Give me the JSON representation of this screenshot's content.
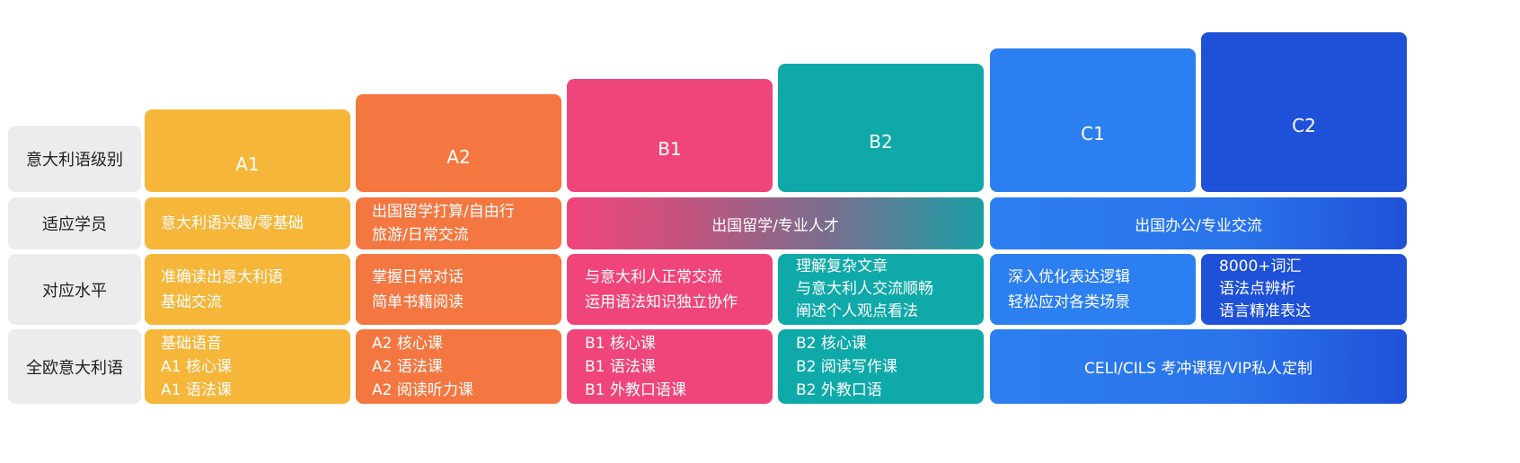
{
  "colors": {
    "a1": "#f5b63a",
    "a2": "#f47741",
    "b1": "#f0457a",
    "b2": "#0fa9a9",
    "c1": "#2c7ff0",
    "c2": "#1f51d8",
    "row_header_bg": "#ececec"
  },
  "row_headers": {
    "level": "意大利语级别",
    "students": "适应学员",
    "proficiency": "对应水平",
    "courses": "全欧意大利语"
  },
  "levels": {
    "a1": "A1",
    "a2": "A2",
    "b1": "B1",
    "b2": "B2",
    "c1": "C1",
    "c2": "C2"
  },
  "students": {
    "a1": "意大利语兴趣/零基础",
    "a2": [
      "出国留学打算/自由行",
      "旅游/日常交流"
    ],
    "b": "出国留学/专业人才",
    "c": "出国办公/专业交流"
  },
  "proficiency": {
    "a1": [
      "准确读出意大利语",
      "基础交流"
    ],
    "a2": [
      "掌握日常对话",
      "简单书籍阅读"
    ],
    "b1": [
      "与意大利人正常交流",
      "运用语法知识独立协作"
    ],
    "b2": [
      "理解复杂文章",
      "与意大利人交流顺畅",
      "阐述个人观点看法"
    ],
    "c1": [
      "深入优化表达逻辑",
      "轻松应对各类场景"
    ],
    "c2": [
      "8000+词汇",
      "语法点辨析",
      "语言精准表达"
    ]
  },
  "courses": {
    "a1": [
      "基础语音",
      "A1 核心课",
      "A1 语法课"
    ],
    "a2": [
      "A2 核心课",
      "A2 语法课",
      "A2 阅读听力课"
    ],
    "b1": [
      "B1 核心课",
      "B1 语法课",
      "B1 外教口语课"
    ],
    "b2": [
      "B2 核心课",
      "B2 阅读写作课",
      "B2 外教口语"
    ],
    "c": "CELI/CILS 考冲课程/VIP私人定制"
  }
}
